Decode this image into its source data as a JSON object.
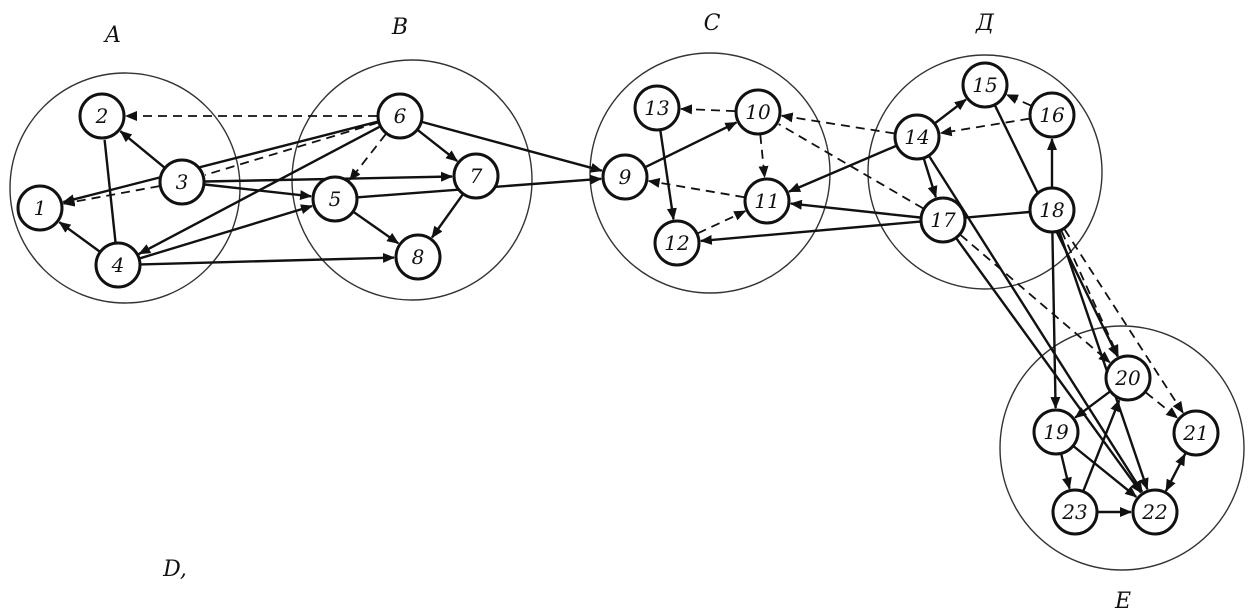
{
  "diagram": {
    "caption": "D,",
    "clusters": [
      {
        "id": "A",
        "label": "A"
      },
      {
        "id": "B",
        "label": "В"
      },
      {
        "id": "C",
        "label": "С"
      },
      {
        "id": "D",
        "label": "Д"
      },
      {
        "id": "E",
        "label": "Е"
      }
    ],
    "nodes": [
      {
        "id": "1",
        "label": "1"
      },
      {
        "id": "2",
        "label": "2"
      },
      {
        "id": "3",
        "label": "3"
      },
      {
        "id": "4",
        "label": "4"
      },
      {
        "id": "5",
        "label": "5"
      },
      {
        "id": "6",
        "label": "6"
      },
      {
        "id": "7",
        "label": "7"
      },
      {
        "id": "8",
        "label": "8"
      },
      {
        "id": "9",
        "label": "9"
      },
      {
        "id": "10",
        "label": "10"
      },
      {
        "id": "11",
        "label": "11"
      },
      {
        "id": "12",
        "label": "12"
      },
      {
        "id": "13",
        "label": "13"
      },
      {
        "id": "14",
        "label": "14"
      },
      {
        "id": "15",
        "label": "15"
      },
      {
        "id": "16",
        "label": "16"
      },
      {
        "id": "17",
        "label": "17"
      },
      {
        "id": "18",
        "label": "18"
      },
      {
        "id": "19",
        "label": "19"
      },
      {
        "id": "20",
        "label": "20"
      },
      {
        "id": "21",
        "label": "21"
      },
      {
        "id": "22",
        "label": "22"
      },
      {
        "id": "23",
        "label": "23"
      }
    ],
    "edges": [
      {
        "from": "3",
        "to": "2",
        "style": "solid",
        "arrow": true
      },
      {
        "from": "3",
        "to": "1",
        "style": "dashed",
        "arrow": true
      },
      {
        "from": "4",
        "to": "1",
        "style": "solid",
        "arrow": true
      },
      {
        "from": "4",
        "to": "2",
        "style": "solid",
        "arrow": false
      },
      {
        "from": "3",
        "to": "5",
        "style": "solid",
        "arrow": true
      },
      {
        "from": "3",
        "to": "7",
        "style": "solid",
        "arrow": true
      },
      {
        "from": "4",
        "to": "5",
        "style": "solid",
        "arrow": true
      },
      {
        "from": "4",
        "to": "8",
        "style": "solid",
        "arrow": true
      },
      {
        "from": "4",
        "to": "6",
        "style": "solid",
        "arrow": false
      },
      {
        "from": "6",
        "to": "2",
        "style": "dashed",
        "arrow": true
      },
      {
        "from": "6",
        "to": "1",
        "style": "solid",
        "arrow": true
      },
      {
        "from": "6",
        "to": "3",
        "style": "dashed",
        "arrow": false
      },
      {
        "from": "6",
        "to": "4",
        "style": "dashed",
        "arrow": true
      },
      {
        "from": "6",
        "to": "5",
        "style": "dashed",
        "arrow": true
      },
      {
        "from": "6",
        "to": "7",
        "style": "solid",
        "arrow": true
      },
      {
        "from": "6",
        "to": "9",
        "style": "solid",
        "arrow": true
      },
      {
        "from": "5",
        "to": "8",
        "style": "solid",
        "arrow": true
      },
      {
        "from": "7",
        "to": "8",
        "style": "solid",
        "arrow": true
      },
      {
        "from": "5",
        "to": "9",
        "style": "solid",
        "arrow": true
      },
      {
        "from": "13",
        "to": "12",
        "style": "solid",
        "arrow": true
      },
      {
        "from": "10",
        "to": "13",
        "style": "dashed",
        "arrow": true
      },
      {
        "from": "9",
        "to": "10",
        "style": "solid",
        "arrow": true
      },
      {
        "from": "10",
        "to": "11",
        "style": "dashed",
        "arrow": true
      },
      {
        "from": "11",
        "to": "9",
        "style": "dashed",
        "arrow": true
      },
      {
        "from": "12",
        "to": "11",
        "style": "dashed",
        "arrow": true
      },
      {
        "from": "14",
        "to": "10",
        "style": "dashed",
        "arrow": true
      },
      {
        "from": "14",
        "to": "11",
        "style": "solid",
        "arrow": true
      },
      {
        "from": "17",
        "to": "11",
        "style": "solid",
        "arrow": true
      },
      {
        "from": "18",
        "to": "12",
        "style": "solid",
        "arrow": true
      },
      {
        "from": "17",
        "to": "10",
        "style": "dashed",
        "arrow": false
      },
      {
        "from": "14",
        "to": "15",
        "style": "solid",
        "arrow": true
      },
      {
        "from": "16",
        "to": "15",
        "style": "dashed",
        "arrow": true
      },
      {
        "from": "16",
        "to": "14",
        "style": "dashed",
        "arrow": true
      },
      {
        "from": "14",
        "to": "17",
        "style": "solid",
        "arrow": true
      },
      {
        "from": "18",
        "to": "16",
        "style": "solid",
        "arrow": true
      },
      {
        "from": "15",
        "to": "20",
        "style": "solid",
        "arrow": true
      },
      {
        "from": "14",
        "to": "22",
        "style": "solid",
        "arrow": true
      },
      {
        "from": "17",
        "to": "22",
        "style": "solid",
        "arrow": true
      },
      {
        "from": "17",
        "to": "20",
        "style": "dashed",
        "arrow": true
      },
      {
        "from": "18",
        "to": "19",
        "style": "solid",
        "arrow": true
      },
      {
        "from": "18",
        "to": "20",
        "style": "dashed",
        "arrow": true
      },
      {
        "from": "18",
        "to": "21",
        "style": "dashed",
        "arrow": true
      },
      {
        "from": "18",
        "to": "22",
        "style": "solid",
        "arrow": true
      },
      {
        "from": "20",
        "to": "19",
        "style": "solid",
        "arrow": true
      },
      {
        "from": "20",
        "to": "21",
        "style": "dashed",
        "arrow": true
      },
      {
        "from": "19",
        "to": "23",
        "style": "solid",
        "arrow": true
      },
      {
        "from": "19",
        "to": "22",
        "style": "solid",
        "arrow": true
      },
      {
        "from": "23",
        "to": "22",
        "style": "solid",
        "arrow": true
      },
      {
        "from": "23",
        "to": "20",
        "style": "solid",
        "arrow": true
      },
      {
        "from": "21",
        "to": "22",
        "style": "solid",
        "arrow": true
      },
      {
        "from": "22",
        "to": "21",
        "style": "dashed",
        "arrow": true
      }
    ]
  }
}
